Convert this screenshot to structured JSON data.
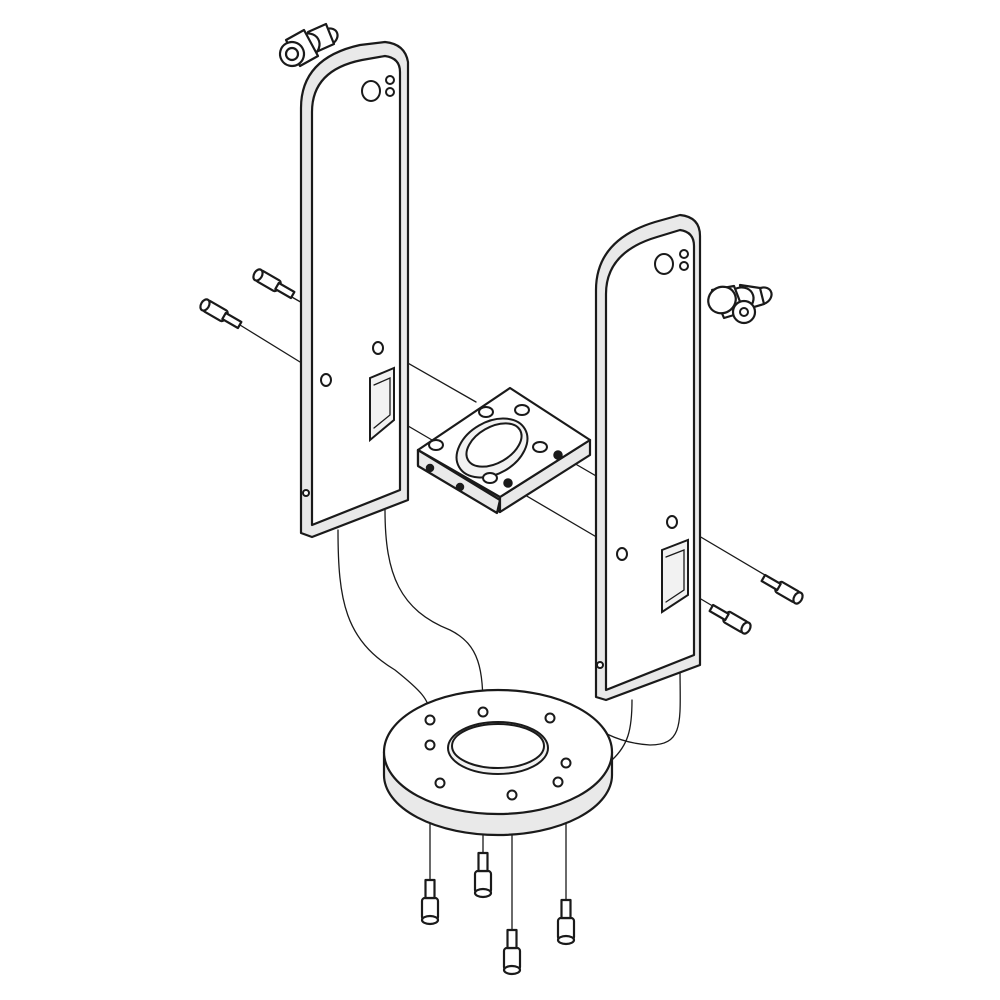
{
  "diagram": {
    "kind": "exploded-assembly",
    "colors": {
      "line": "#1a1a1a",
      "fill": "#ffffff",
      "shade": "#e9e9e9"
    },
    "parts": [
      {
        "id": "left-upright-plate",
        "icon": "plate"
      },
      {
        "id": "right-upright-plate",
        "icon": "plate"
      },
      {
        "id": "center-mounting-block",
        "icon": "block"
      },
      {
        "id": "base-flange-ring",
        "icon": "ring"
      },
      {
        "id": "pivot-knob-left",
        "icon": "knob"
      },
      {
        "id": "pivot-knob-right",
        "icon": "knob"
      },
      {
        "id": "cap-screw",
        "icon": "screw",
        "count": 8
      }
    ]
  }
}
